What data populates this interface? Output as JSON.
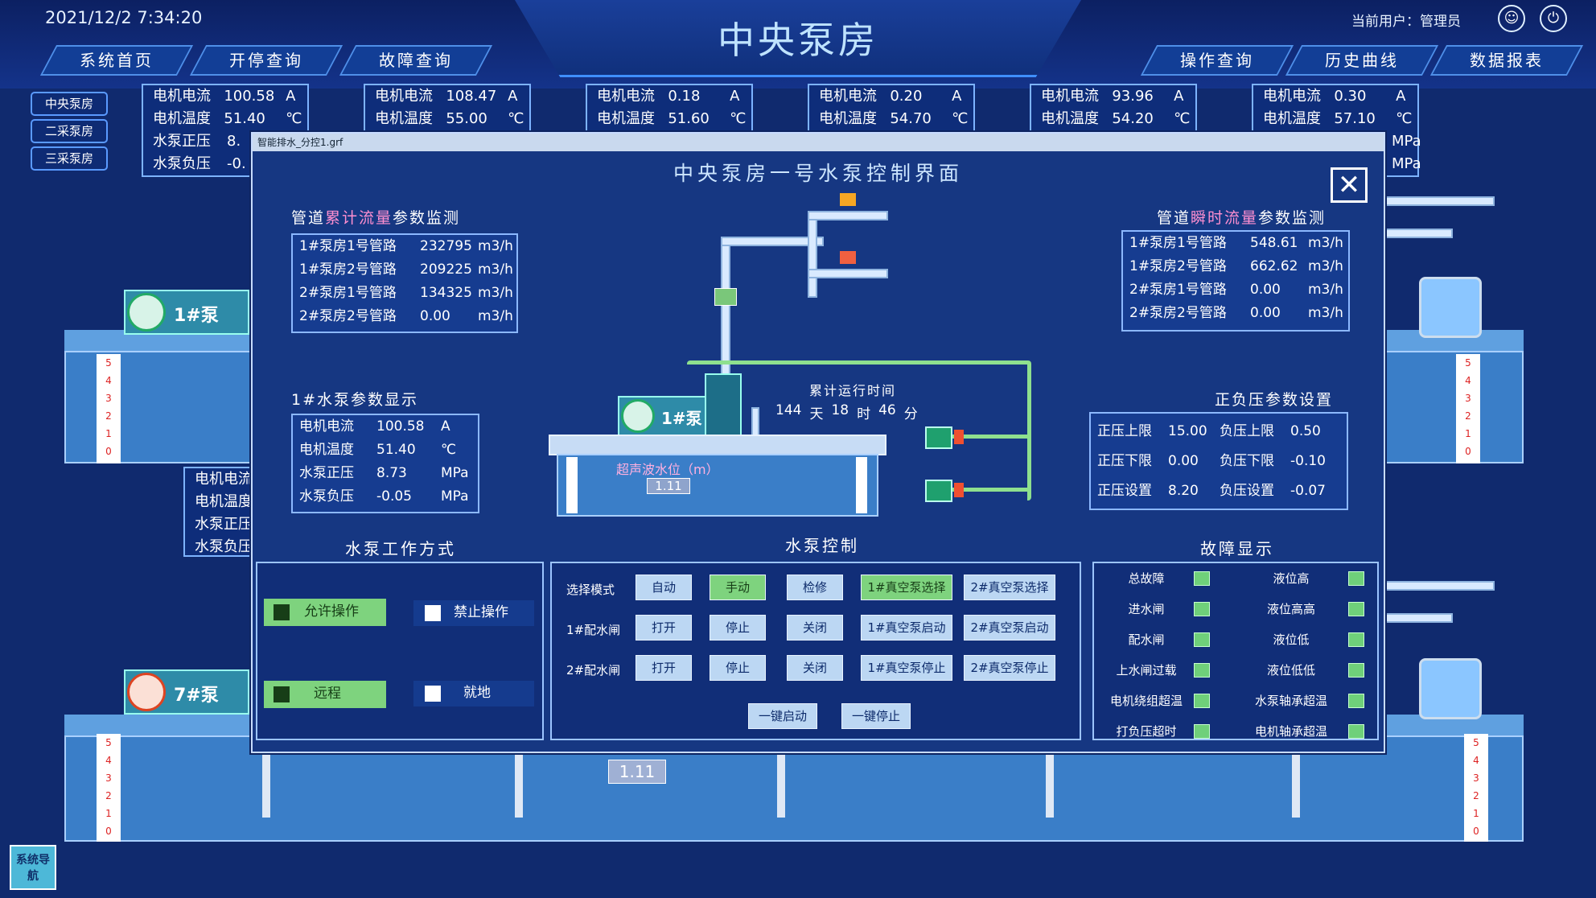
{
  "header": {
    "datetime": "2021/12/2 7:34:20",
    "title": "中央泵房",
    "user_label": "当前用户：管理员"
  },
  "nav_left": [
    "系统首页",
    "开停查询",
    "故障查询"
  ],
  "nav_right": [
    "操作查询",
    "历史曲线",
    "数据报表"
  ],
  "side_nav": [
    "中央泵房",
    "二采泵房",
    "三采泵房"
  ],
  "stat_boxes": [
    {
      "current": "100.58",
      "temp": "51.40",
      "pos": "8.",
      "neg": "-0."
    },
    {
      "current": "108.47",
      "temp": "55.00"
    },
    {
      "current": "0.18",
      "temp": "51.60"
    },
    {
      "current": "0.20",
      "temp": "54.70"
    },
    {
      "current": "93.96",
      "temp": "54.20"
    },
    {
      "current": "0.30",
      "temp": "57.10"
    }
  ],
  "labels": {
    "current": "电机电流",
    "temp": "电机温度",
    "pos": "水泵正压",
    "neg": "水泵负压",
    "unit_a": "A",
    "unit_c": "℃",
    "unit_mpa": "MPa",
    "mpa_partial": "MPa"
  },
  "left_partial_labels": [
    "电机电流",
    "电机温度",
    "水泵正压",
    "水泵负压"
  ],
  "bg_pumps": {
    "top": "1#泵",
    "bottom": "7#泵"
  },
  "bg_level_value": "1.11",
  "ruler_ticks": [
    "5",
    "4",
    "3",
    "2",
    "1",
    "0"
  ],
  "sys_nav": "系统导航",
  "popup": {
    "file_title": "智能排水_分控1.grf",
    "title": "中央泵房一号水泵控制界面",
    "close": "✕",
    "cum_flow": {
      "title_pre": "管道",
      "title_hl": "累计流量",
      "title_post": "参数监测",
      "rows": [
        {
          "label": "1#泵房1号管路",
          "value": "232795",
          "unit": "m3/h"
        },
        {
          "label": "1#泵房2号管路",
          "value": "209225",
          "unit": "m3/h"
        },
        {
          "label": "2#泵房1号管路",
          "value": "134325",
          "unit": "m3/h"
        },
        {
          "label": "2#泵房2号管路",
          "value": "0.00",
          "unit": "m3/h"
        }
      ]
    },
    "inst_flow": {
      "title_pre": "管道",
      "title_hl": "瞬时流量",
      "title_post": "参数监测",
      "rows": [
        {
          "label": "1#泵房1号管路",
          "value": "548.61",
          "unit": "m3/h"
        },
        {
          "label": "1#泵房2号管路",
          "value": "662.62",
          "unit": "m3/h"
        },
        {
          "label": "2#泵房1号管路",
          "value": "0.00",
          "unit": "m3/h"
        },
        {
          "label": "2#泵房2号管路",
          "value": "0.00",
          "unit": "m3/h"
        }
      ]
    },
    "pump_params": {
      "title": "1#水泵参数显示",
      "rows": [
        {
          "label": "电机电流",
          "value": "100.58",
          "unit": "A"
        },
        {
          "label": "电机温度",
          "value": "51.40",
          "unit": "℃"
        },
        {
          "label": "水泵正压",
          "value": "8.73",
          "unit": "MPa"
        },
        {
          "label": "水泵负压",
          "value": "-0.05",
          "unit": "MPa"
        }
      ]
    },
    "runtime": {
      "title": "累计运行时间",
      "days": "144",
      "d": "天",
      "hours": "18",
      "h": "时",
      "mins": "46",
      "m": "分"
    },
    "pump_label": "1#泵",
    "level": {
      "label": "超声波水位（m）",
      "value": "1.11"
    },
    "pressure": {
      "title": "正负压参数设置",
      "rows": [
        {
          "l1": "正压上限",
          "v1": "15.00",
          "l2": "负压上限",
          "v2": "0.50"
        },
        {
          "l1": "正压下限",
          "v1": "0.00",
          "l2": "负压下限",
          "v2": "-0.10"
        },
        {
          "l1": "正压设置",
          "v1": "8.20",
          "l2": "负压设置",
          "v2": "-0.07"
        }
      ]
    },
    "work_mode": {
      "title": "水泵工作方式",
      "allow": "允许操作",
      "forbid": "禁止操作",
      "remote": "远程",
      "local": "就地"
    },
    "control": {
      "title": "水泵控制",
      "row1": {
        "label": "选择模式",
        "b": [
          "自动",
          "手动",
          "检修",
          "1#真空泵选择",
          "2#真空泵选择"
        ]
      },
      "row2": {
        "label": "1#配水闸",
        "b": [
          "打开",
          "停止",
          "关闭",
          "1#真空泵启动",
          "2#真空泵启动"
        ]
      },
      "row3": {
        "label": "2#配水闸",
        "b": [
          "打开",
          "停止",
          "关闭",
          "1#真空泵停止",
          "2#真空泵停止"
        ]
      },
      "start": "一键启动",
      "stop": "一键停止"
    },
    "faults": {
      "title": "故障显示",
      "left": [
        "总故障",
        "进水闸",
        "配水闸",
        "上水闸过载",
        "电机绕组超温",
        "打负压超时"
      ],
      "right": [
        "液位高",
        "液位高高",
        "液位低",
        "液位低低",
        "水泵轴承超温",
        "电机轴承超温"
      ]
    }
  },
  "colors": {
    "bg": "#102a6e",
    "accent": "#7db3ff",
    "led": "#6fd07a"
  }
}
